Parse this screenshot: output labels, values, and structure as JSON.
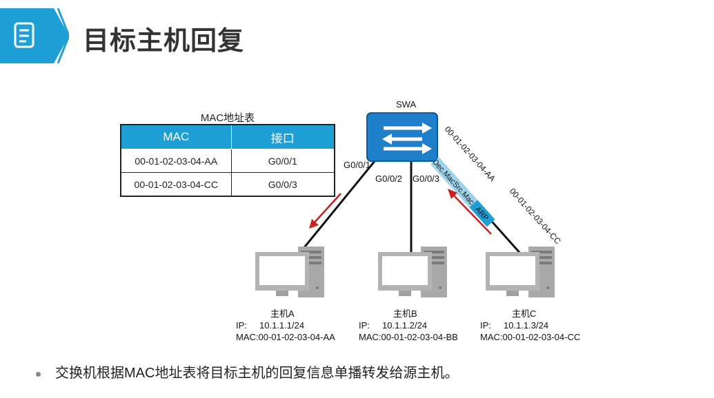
{
  "header": {
    "title": "目标主机回复"
  },
  "mac_table": {
    "caption": "MAC地址表",
    "columns": [
      "MAC",
      "接口"
    ],
    "rows": [
      [
        "00-01-02-03-04-AA",
        "G0/0/1"
      ],
      [
        "00-01-02-03-04-CC",
        "G0/0/3"
      ]
    ]
  },
  "switch": {
    "name": "SWA",
    "ports": [
      "G0/0/1",
      "G0/0/2",
      "G0/0/3"
    ]
  },
  "frame": {
    "fields": [
      "Dec.Mac",
      "Src.Mac",
      "ARP"
    ],
    "dst_mac": "00-01-02-03-04-AA",
    "src_mac": "00-01-02-03-04-CC"
  },
  "hosts": [
    {
      "name": "主机A",
      "ip_label": "IP:",
      "ip": "10.1.1.1/24",
      "mac": "MAC:00-01-02-03-04-AA"
    },
    {
      "name": "主机B",
      "ip_label": "IP:",
      "ip": "10.1.1.2/24",
      "mac": "MAC:00-01-02-03-04-BB"
    },
    {
      "name": "主机C",
      "ip_label": "IP:",
      "ip": "10.1.1.3/24",
      "mac": "MAC:00-01-02-03-04-CC"
    }
  ],
  "footer": {
    "bullet": "交换机根据MAC地址表将目标主机的回复信息单播转发给源主机。"
  },
  "colors": {
    "accent": "#1e9fd6",
    "arrow": "#cc1f1f",
    "frame_light": "#9fd3ec",
    "frame_dark": "#1e9fd6"
  }
}
